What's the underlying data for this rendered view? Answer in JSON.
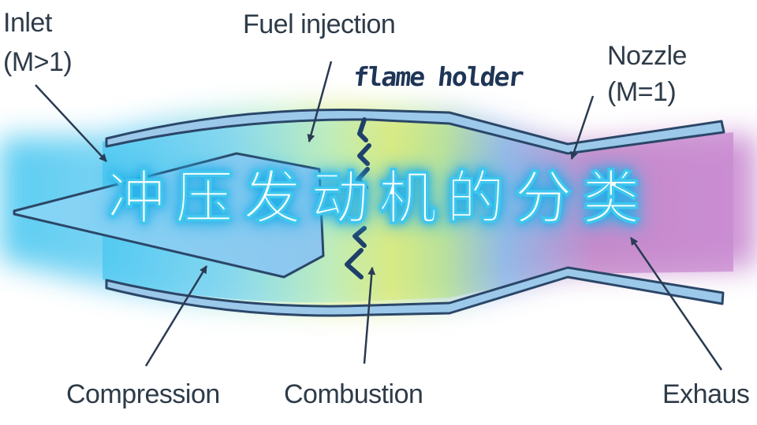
{
  "title": "冲压发动机的分类",
  "labels": {
    "inlet": "Inlet",
    "inlet_mach": "(M>1)",
    "fuel_injection": "Fuel injection",
    "flame_holder": "flame holder",
    "nozzle": "Nozzle",
    "nozzle_mach": "(M=1)",
    "compression": "Compression",
    "combustion": "Combustion",
    "exhaust": "Exhaus"
  },
  "colors": {
    "wall": "#2b4768",
    "text": "#2e3b48",
    "arrow": "#2a3b52",
    "title_glow": "#1fb3ec"
  }
}
